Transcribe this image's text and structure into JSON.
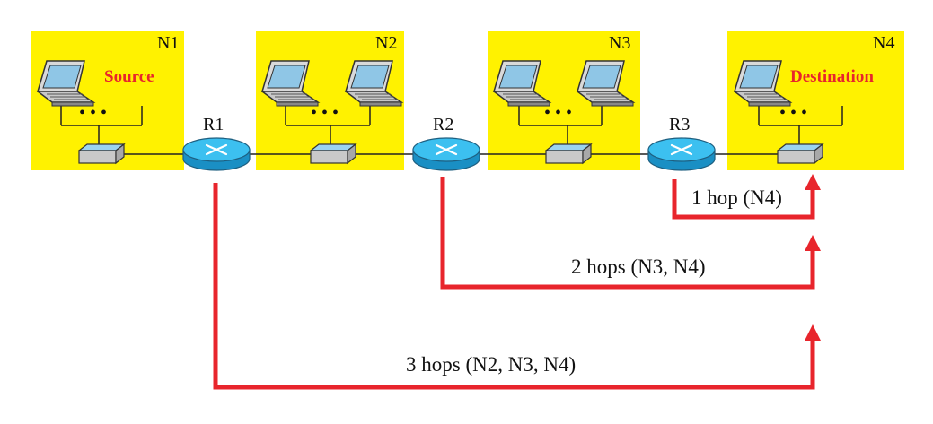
{
  "networks": [
    {
      "name": "N1",
      "role": "Source"
    },
    {
      "name": "N2",
      "role": ""
    },
    {
      "name": "N3",
      "role": ""
    },
    {
      "name": "N4",
      "role": "Destination"
    }
  ],
  "routers": [
    "R1",
    "R2",
    "R3"
  ],
  "paths": [
    {
      "label": "1 hop (N4)"
    },
    {
      "label": "2 hops (N3, N4)"
    },
    {
      "label": "3 hops (N2, N3, N4)"
    }
  ],
  "ellipsis": "• • •",
  "colors": {
    "network_bg": "#fff200",
    "role_text": "#e8252c",
    "path": "#e8252c",
    "router_fill": "#29b6ee",
    "router_top": "#7fd8f7",
    "link": "#222222"
  }
}
